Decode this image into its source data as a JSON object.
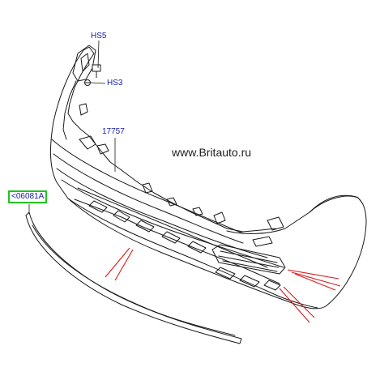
{
  "diagram": {
    "watermark": "www.Britauto.ru",
    "callouts": {
      "hs5": "HS5",
      "hs3": "HS3",
      "p17757": "17757",
      "p06081a": "<06081A"
    },
    "colors": {
      "outline": "#1a1a1a",
      "callout_text": "#1a1aa6",
      "highlight_box": "#22c222",
      "pointer_lines": "#e01818"
    },
    "icons": [
      "screw-icon",
      "clip-icon"
    ]
  }
}
